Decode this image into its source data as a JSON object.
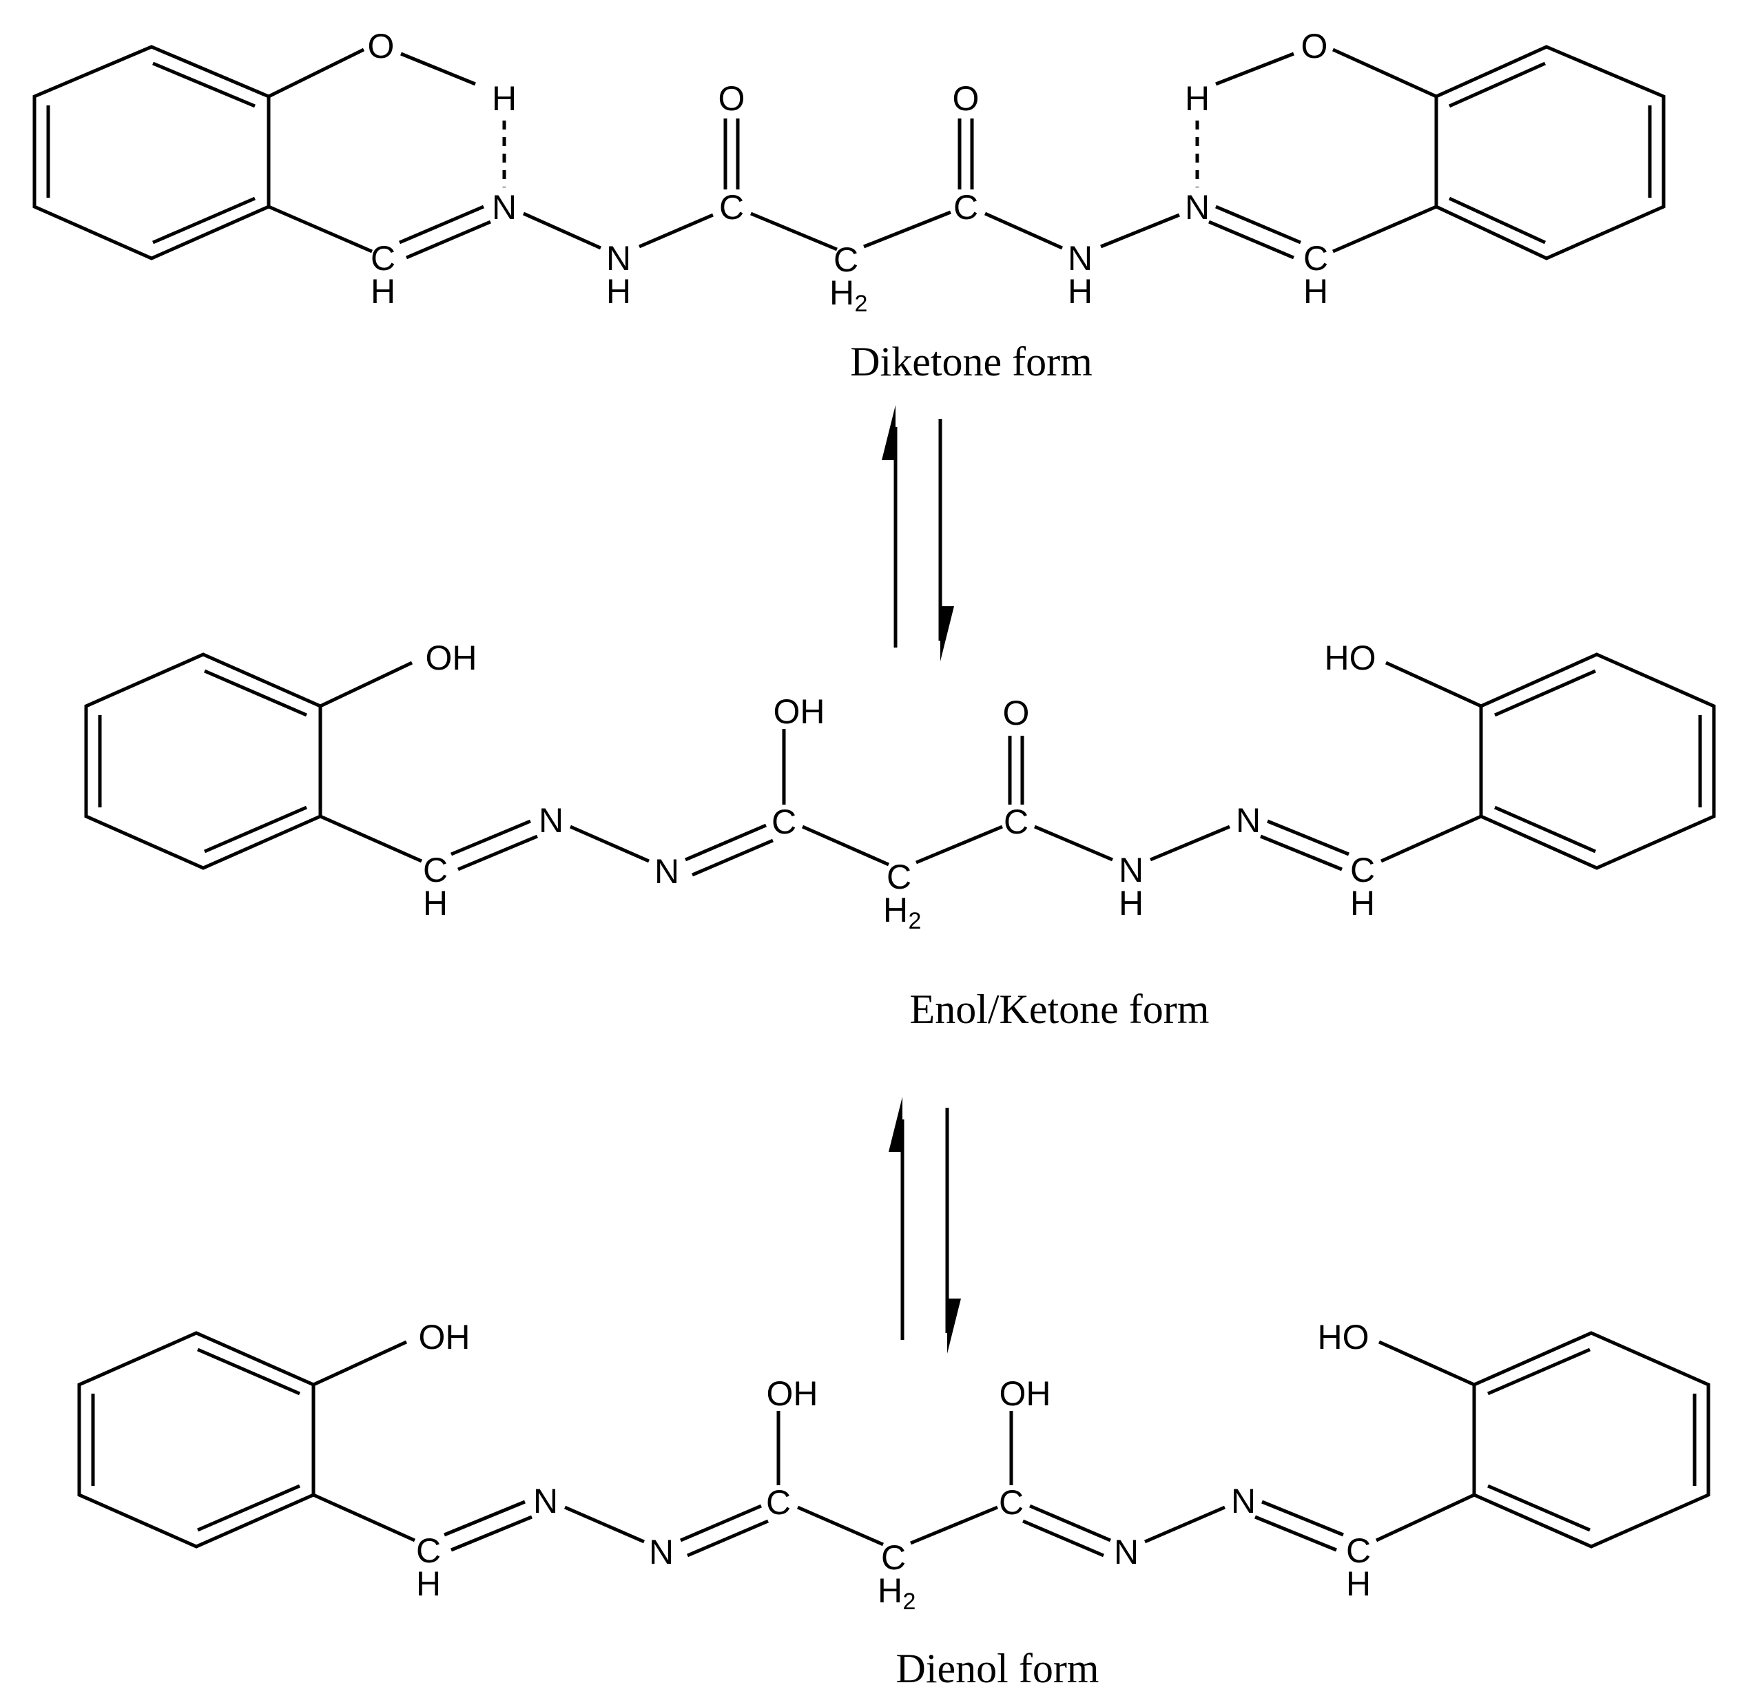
{
  "labels": {
    "O": "O",
    "H": "H",
    "N": "N",
    "C": "C",
    "NH_N": "N",
    "NH_H": "H",
    "CH_C": "C",
    "CH_H": "H",
    "CH2_H": "H",
    "CH2_2": "2",
    "OH": "OH",
    "HO": "HO"
  },
  "structures": [
    {
      "name": "diketone",
      "caption": "Diketone form"
    },
    {
      "name": "enol-ketone",
      "caption": "Enol/Ketone form"
    },
    {
      "name": "dienol",
      "caption": "Dienol form"
    }
  ],
  "equilibria": [
    {
      "between": "diketone/enol-ketone",
      "symbol": "equilibrium-arrows"
    },
    {
      "between": "enol-ketone/dienol",
      "symbol": "equilibrium-arrows"
    }
  ],
  "colors": {
    "ink": "#000000",
    "background": "#ffffff"
  }
}
